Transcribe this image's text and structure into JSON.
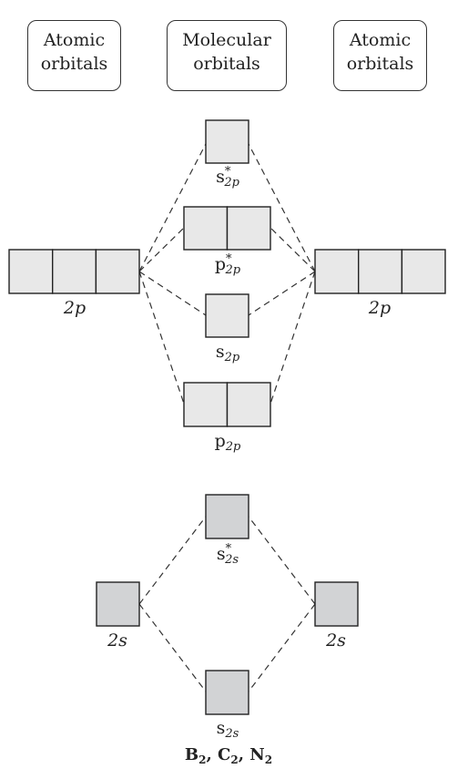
{
  "headers": {
    "left": [
      "Atomic",
      "orbitals"
    ],
    "center": [
      "Molecular",
      "orbitals"
    ],
    "right": [
      "Atomic",
      "orbitals"
    ]
  },
  "labels": {
    "atomic_2p_left": "2p",
    "atomic_2p_right": "2p",
    "atomic_2s_left": "2s",
    "atomic_2s_right": "2s",
    "sigma_star_2p": {
      "base": "s",
      "star": "*",
      "sub": "2p"
    },
    "pi_star_2p": {
      "base": "p",
      "star": "*",
      "sub": "2p"
    },
    "sigma_2p": {
      "base": "s",
      "sub": "2p"
    },
    "pi_2p": {
      "base": "p",
      "sub": "2p"
    },
    "sigma_star_2s": {
      "base": "s",
      "star": "*",
      "sub": "2s"
    },
    "sigma_2s": {
      "base": "s",
      "sub": "2s"
    }
  },
  "caption": {
    "parts": [
      {
        "text": "B",
        "sub": "2"
      },
      {
        "text": ", C",
        "sub": "2"
      },
      {
        "text": ", N",
        "sub": "2"
      }
    ]
  }
}
